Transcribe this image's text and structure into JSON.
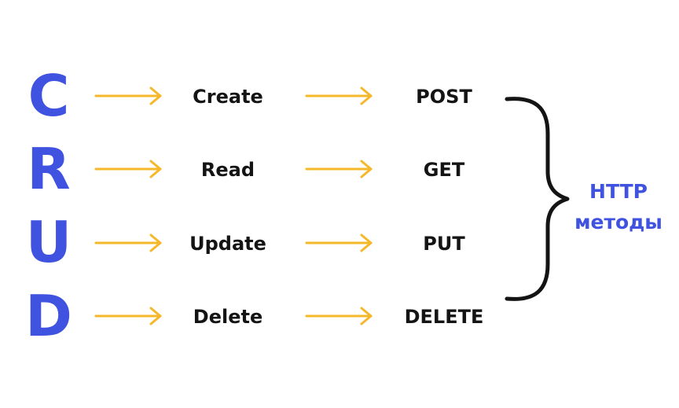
{
  "letters": [
    "C",
    "R",
    "U",
    "D"
  ],
  "operations": [
    "Create",
    "Read",
    "Update",
    "Delete"
  ],
  "methods": [
    "POST",
    "GET",
    "PUT",
    "DELETE"
  ],
  "caption": {
    "line1": "HTTP",
    "line2": "методы"
  },
  "colors": {
    "accent": "#4052e0",
    "arrow": "#f5b82a",
    "text": "#141414",
    "brace": "#141414"
  },
  "icons": {
    "arrow": "right-arrow-icon",
    "brace": "right-curly-brace"
  }
}
